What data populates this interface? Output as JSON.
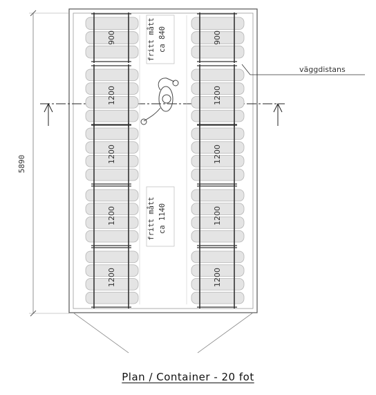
{
  "title": "Plan / Container - 20 fot",
  "overall_dimension": "5890",
  "wall_distance_label": "väggdistans",
  "aisle_labels": {
    "upper": [
      "fritt mått",
      "ca 840"
    ],
    "lower": [
      "fritt mått",
      "ca 1140"
    ]
  },
  "rack_bays": {
    "left": [
      "900",
      "1200",
      "1200",
      "1200",
      "1200"
    ],
    "right": [
      "900",
      "1200",
      "1200",
      "1200",
      "1200"
    ]
  }
}
